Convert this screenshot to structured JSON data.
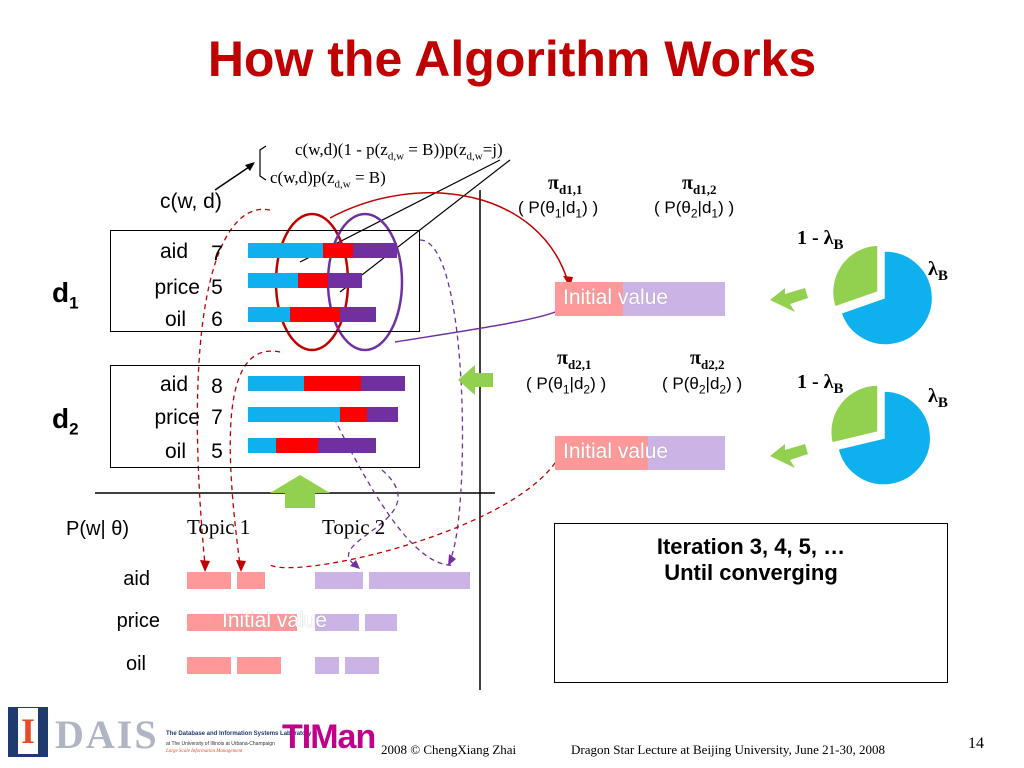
{
  "title": "How the Algorithm Works",
  "formula_top": {
    "line1_a": "c(w,d)(1 - p(z",
    "line1_sub1": "d,w",
    "line1_b": " = B))p(z",
    "line1_sub2": "d,w",
    "line1_c": "=j)",
    "line2_a": "c(w,d)p(z",
    "line2_sub": "d,w",
    "line2_b": " = B)"
  },
  "cwd_label": "c(w, d)",
  "docs": [
    {
      "label": "d",
      "label_sub": "1",
      "rows": [
        {
          "word": "aid",
          "count": "7"
        },
        {
          "word": "price",
          "count": "5"
        },
        {
          "word": "oil",
          "count": "6"
        }
      ],
      "pi_left": {
        "symbol": "π",
        "sub": "d1,1",
        "paren_a": "( P(θ",
        "paren_s1": "1",
        "paren_b": "|d",
        "paren_s2": "1",
        "paren_c": ") )"
      },
      "pi_right": {
        "symbol": "π",
        "sub": "d1,2",
        "paren_a": "( P(θ",
        "paren_s1": "2",
        "paren_b": "|d",
        "paren_s2": "1",
        "paren_c": ") )"
      },
      "init_label": "Initial value"
    },
    {
      "label": "d",
      "label_sub": "2",
      "rows": [
        {
          "word": "aid",
          "count": "8"
        },
        {
          "word": "price",
          "count": "7"
        },
        {
          "word": "oil",
          "count": "5"
        }
      ],
      "pi_left": {
        "symbol": "π",
        "sub": "d2,1",
        "paren_a": "( P(θ",
        "paren_s1": "1",
        "paren_b": "|d",
        "paren_s2": "2",
        "paren_c": ") )"
      },
      "pi_right": {
        "symbol": "π",
        "sub": "d2,2",
        "paren_a": "( P(θ",
        "paren_s1": "2",
        "paren_b": "|d",
        "paren_s2": "2",
        "paren_c": ") )"
      },
      "init_label": "Initial value"
    }
  ],
  "lambda": {
    "one_minus": "1 - λ",
    "lambda": "λ",
    "sub": "B"
  },
  "topics": {
    "header": "P(w| θ)",
    "topic1": "Topic 1",
    "topic2": "Topic 2",
    "words": [
      "aid",
      "price",
      "oil"
    ],
    "init_label": "Initial value"
  },
  "iteration": {
    "line1": "Iteration 3, 4, 5, …",
    "line2": "Until converging"
  },
  "footer": {
    "logo_dais": "DAIS",
    "lab_name": "The Database and Information Systems Laboratory",
    "lab_sub": "at The University of Illinois at Urbana-Champaign",
    "lab_sub2": "Large Scale Information Management",
    "logo_timan": "TIMan",
    "copyright": "2008  © ChengXiang Zhai",
    "lecture": "Dragon Star Lecture at Beijing University, June 21-30, 2008",
    "page": "14"
  },
  "colors": {
    "title": "#c00000",
    "blue": "#0fb0ee",
    "red": "#ff0000",
    "purple": "#7030a0",
    "green": "#92d050",
    "pink": "#ff9999",
    "lavender": "#ccb3e6"
  }
}
